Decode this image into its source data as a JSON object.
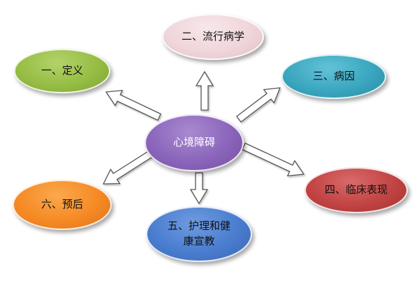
{
  "diagram": {
    "center": {
      "label": "心境障碍",
      "color": "#8a65bb"
    },
    "nodes": [
      {
        "label": "一、定义",
        "color": "#96bd44"
      },
      {
        "label": "二、流行病学",
        "color": "#efd6da"
      },
      {
        "label": "三、病因",
        "color": "#3aa6bf"
      },
      {
        "label": "四、临床表现",
        "color": "#c24343"
      },
      {
        "label": "五、护理和健康宣教",
        "color": "#4a7dcf"
      },
      {
        "label": "六、预后",
        "color": "#f58a24"
      }
    ],
    "arrow_style": "hollow-outline"
  }
}
